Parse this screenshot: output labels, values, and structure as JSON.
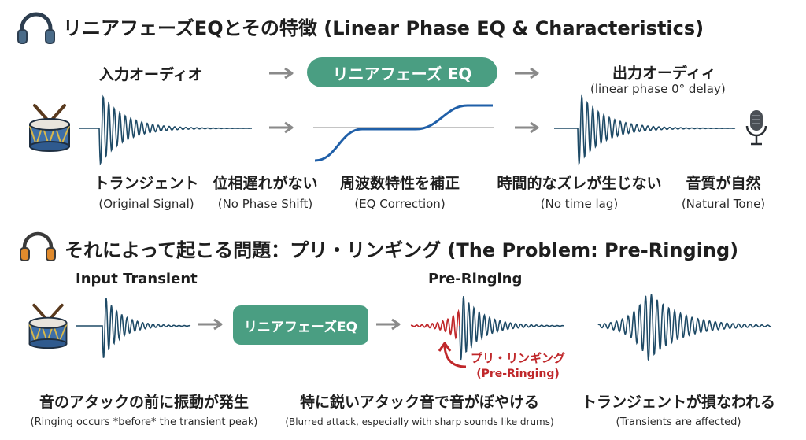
{
  "top": {
    "title": "リニアフェーズEQとその特徴 (Linear Phase EQ & Characteristics)",
    "input_label": "入力オーディオ",
    "eq_pill": "リニアフェーズ EQ",
    "output_label": "出力オーディィ",
    "output_sub": "(linear phase 0° delay)",
    "features": [
      {
        "jp": "トランジェント",
        "en": "(Original Signal)"
      },
      {
        "jp": "位相遅れがない",
        "en": "(No Phase Shift)"
      },
      {
        "jp": "周波数特性を補正",
        "en": "(EQ Correction)"
      },
      {
        "jp": "時間的なズレが生じない",
        "en": "(No time lag)"
      },
      {
        "jp": "音質が自然",
        "en": "(Natural Tone)"
      }
    ]
  },
  "bottom": {
    "title": "それによって起こる問題：プリ・リンギング (The Problem: Pre-Ringing)",
    "input_label": "Input Transient",
    "eq_pill": "リニアフェーズEQ",
    "preringing_label": "Pre-Ringing",
    "annotation_jp": "プリ・リンギング",
    "annotation_en": "(Pre-Ringing)",
    "effects": [
      {
        "jp": "音のアタックの前に振動が発生",
        "en": "(Ringing occurs *before* the transient peak)"
      },
      {
        "jp": "特に鋭いアタック音で音がぼやける",
        "en": "(Blurred attack, especially with sharp sounds like drums)"
      },
      {
        "jp": "トランジェントが損なわれる",
        "en": "(Transients are affected)"
      }
    ]
  },
  "colors": {
    "accent_green": "#4a9e82",
    "wave_blue": "#1e4a66",
    "eq_curve_blue": "#1f5fa8",
    "preringing_red": "#c0282b",
    "arrow_gray": "#8a8a8a",
    "drum_blue": "#3e6fa8",
    "headphone_dark": "#2d3e50",
    "headphone_orange": "#e08a2c"
  },
  "icons": {
    "top_title_icon": "headphones-icon",
    "bottom_title_icon": "headphones-icon",
    "input_icon": "drum-icon",
    "output_icon": "microphone-icon"
  }
}
